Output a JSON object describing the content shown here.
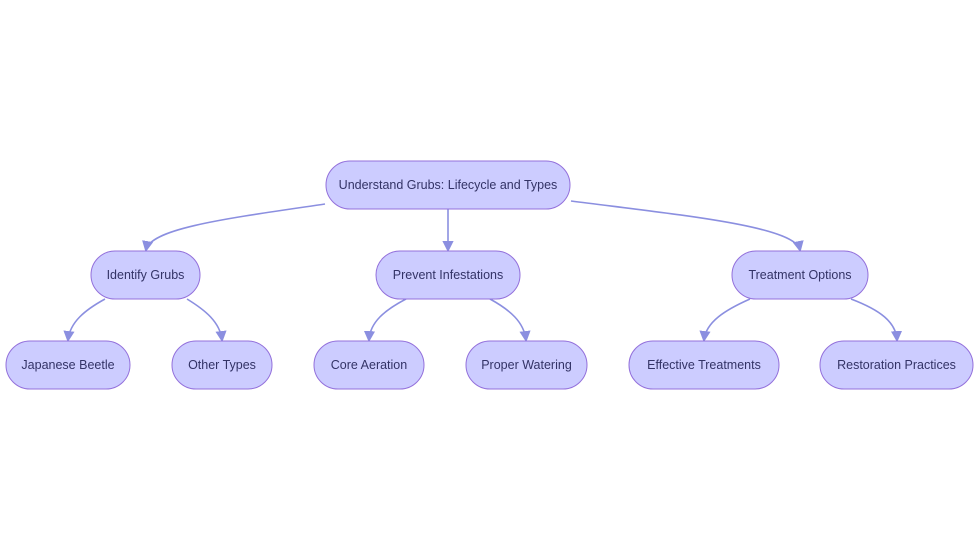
{
  "diagram": {
    "type": "flowchart-tree",
    "colors": {
      "node_fill": "#ccccff",
      "node_stroke": "#9370db",
      "edge": "#8b8fe0",
      "text": "#333366"
    },
    "nodes": {
      "root": "Understand Grubs: Lifecycle and Types",
      "identify": "Identify Grubs",
      "prevent": "Prevent Infestations",
      "treatment": "Treatment Options",
      "japanese": "Japanese Beetle",
      "other": "Other Types",
      "core": "Core Aeration",
      "watering": "Proper Watering",
      "effective": "Effective Treatments",
      "restoration": "Restoration Practices"
    },
    "edges": [
      [
        "root",
        "identify"
      ],
      [
        "root",
        "prevent"
      ],
      [
        "root",
        "treatment"
      ],
      [
        "identify",
        "japanese"
      ],
      [
        "identify",
        "other"
      ],
      [
        "prevent",
        "core"
      ],
      [
        "prevent",
        "watering"
      ],
      [
        "treatment",
        "effective"
      ],
      [
        "treatment",
        "restoration"
      ]
    ]
  }
}
